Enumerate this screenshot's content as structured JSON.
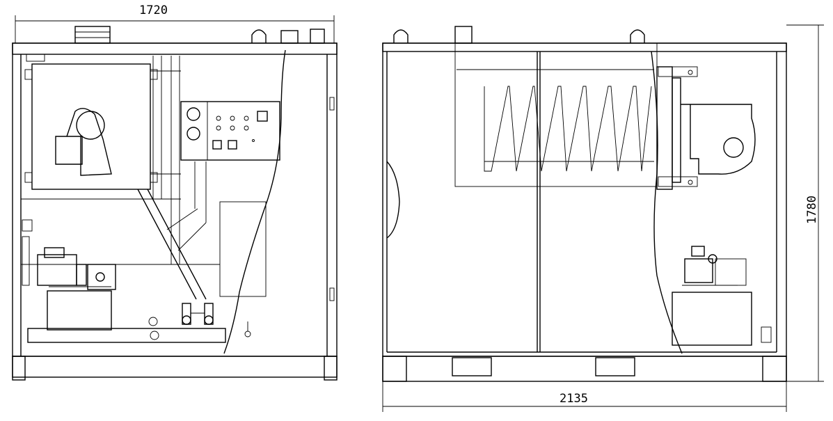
{
  "dimensions": {
    "front_width": "1720",
    "side_width": "2135",
    "side_height": "1780"
  },
  "colors": {
    "line": "#000000",
    "background": "#ffffff"
  }
}
